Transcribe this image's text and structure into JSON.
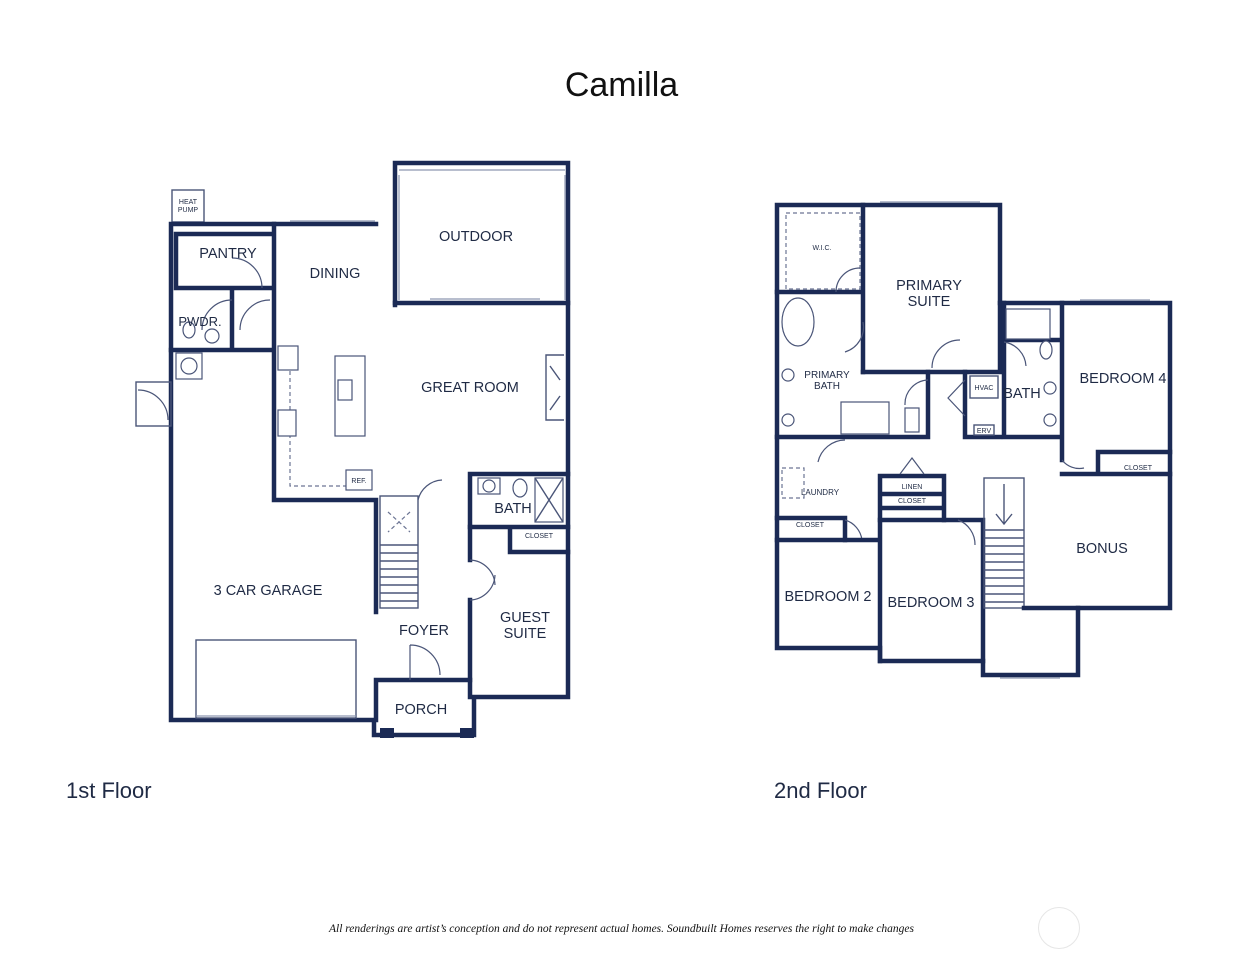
{
  "title": "Camilla",
  "floors": [
    {
      "label": "1st Floor",
      "rooms": {
        "heat_pump": "HEAT\nPUMP",
        "pantry": "PANTRY",
        "pwdr": "PWDR.",
        "dining": "DINING",
        "outdoor": "OUTDOOR",
        "great_room": "GREAT ROOM",
        "ref": "REF.",
        "bath": "BATH",
        "closet": "CLOSET",
        "garage": "3 CAR GARAGE",
        "foyer": "FOYER",
        "guest_suite": "GUEST\nSUITE",
        "porch": "PORCH"
      }
    },
    {
      "label": "2nd Floor",
      "rooms": {
        "wic": "W.I.C.",
        "primary_suite": "PRIMARY\nSUITE",
        "primary_bath": "PRIMARY\nBATH",
        "hvac": "HVAC",
        "erv": "ERV",
        "bath": "BATH",
        "bedroom4": "BEDROOM 4",
        "closet_b4": "CLOSET",
        "linen": "LINEN",
        "linen_closet": "CLOSET",
        "laundry": "LAUNDRY",
        "closet_b2": "CLOSET",
        "bonus": "BONUS",
        "bedroom2": "BEDROOM 2",
        "bedroom3": "BEDROOM 3"
      }
    }
  ],
  "disclaimer": "All renderings are artist’s conception and do not represent actual homes. Soundbuilt Homes reserves the right to make changes",
  "colors": {
    "wall": "#1b2a55",
    "text": "#1f2a44"
  }
}
